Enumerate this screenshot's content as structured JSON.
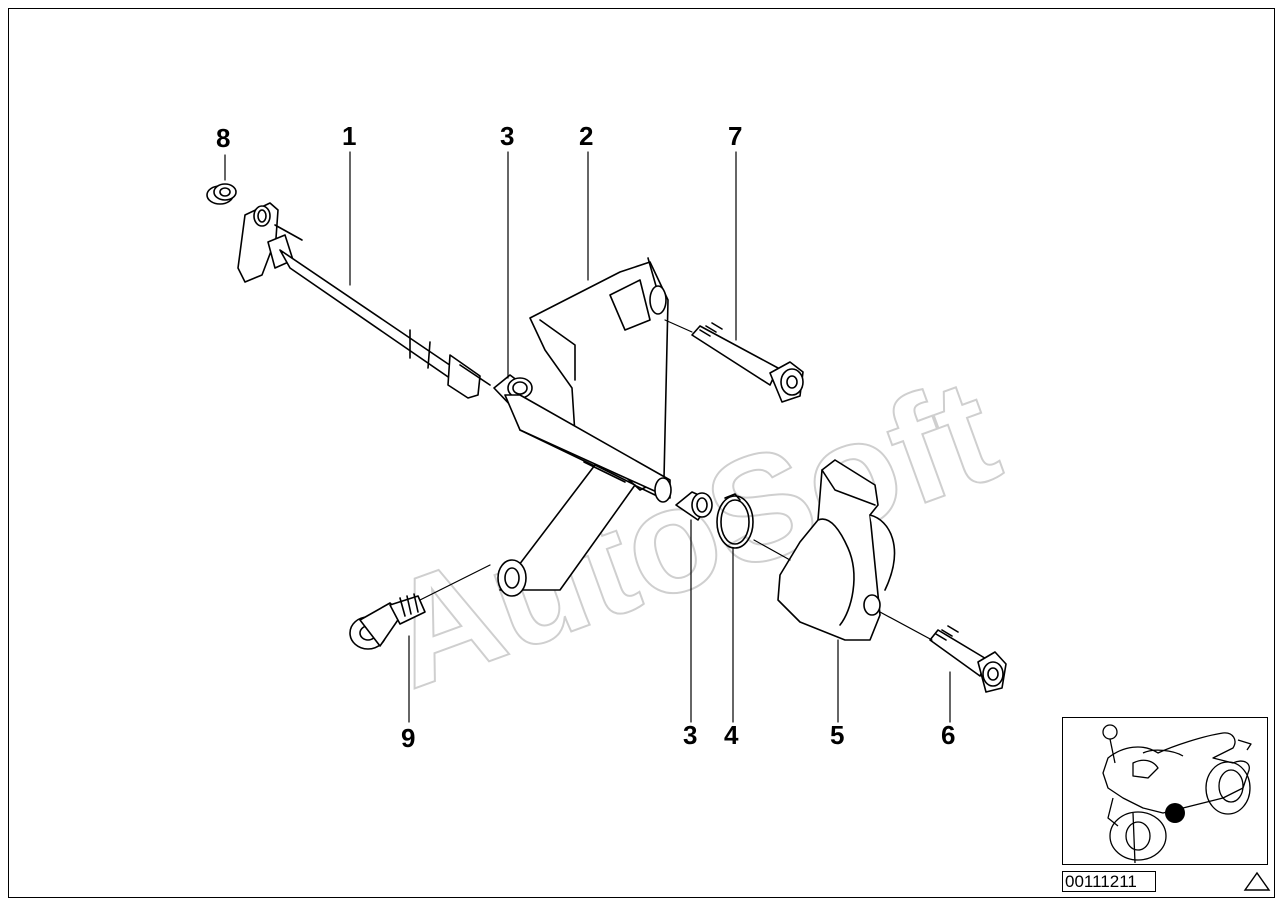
{
  "watermark": "AutoSoft",
  "part_numbers": [
    {
      "id": "8",
      "text": "8"
    },
    {
      "id": "1",
      "text": "1"
    },
    {
      "id": "3a",
      "text": "3"
    },
    {
      "id": "2",
      "text": "2"
    },
    {
      "id": "7",
      "text": "7"
    },
    {
      "id": "9",
      "text": "9"
    },
    {
      "id": "3b",
      "text": "3"
    },
    {
      "id": "4",
      "text": "4"
    },
    {
      "id": "5",
      "text": "5"
    },
    {
      "id": "6",
      "text": "6"
    }
  ],
  "diagram_code": "00111211",
  "colors": {
    "line": "#000000",
    "watermark": "#cfcfcf",
    "locator_dot": "#000000"
  },
  "icons": {
    "warning": "warning-triangle-icon",
    "locator": "motorcycle-locator-icon"
  }
}
